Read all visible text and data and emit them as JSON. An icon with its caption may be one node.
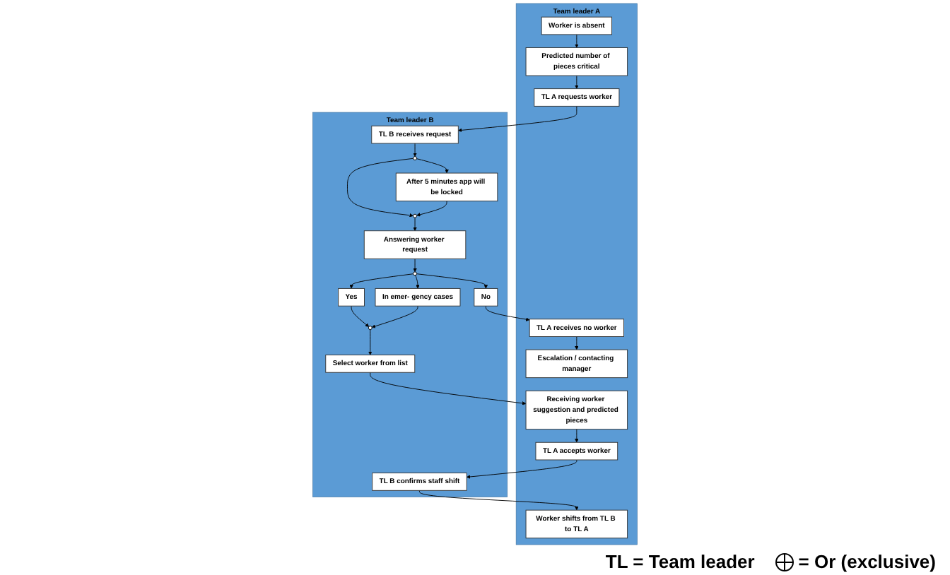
{
  "diagram": {
    "nodes": [
      {
        "text": [
          "Team leader A"
        ]
      },
      {
        "text": [
          "Worker is absent"
        ],
        "in": 0
      },
      {
        "text": [
          "Predicted number of pieces critical"
        ],
        "in": 0
      },
      {
        "text": [
          "TL A requests worker"
        ],
        "in": 0
      },
      {
        "text": [
          "Worker shifts from TL B to TL A"
        ],
        "in": 0
      },
      {
        "text": [
          "TL A accepts worker"
        ],
        "in": 0
      },
      {
        "text": [
          "Receiving worker suggestion and predicted pieces"
        ],
        "in": 0
      },
      {
        "text": [
          "Escalation / contacting manager"
        ],
        "in": 0
      },
      {
        "text": [
          "TL A receives no worker"
        ],
        "in": 0
      },
      {
        "text": [
          "Team leader B"
        ]
      },
      {
        "text": [
          "TL B receives request"
        ],
        "in": 9
      },
      {
        "text": [
          "TL B confirms staff shift"
        ],
        "in": 9
      },
      {
        "text": [],
        "shape": "circle",
        "in": 9
      },
      {
        "text": [
          "After 5 minutes app will be locked"
        ],
        "in": 9
      },
      {
        "text": [],
        "shape": "circle",
        "in": 9
      },
      {
        "text": [
          "Answering worker request"
        ],
        "in": 9
      },
      {
        "text": [],
        "shape": "circle",
        "in": 9
      },
      {
        "text": [
          "Yes"
        ],
        "in": 9
      },
      {
        "text": [
          "In emer- gency cases"
        ],
        "in": 9
      },
      {
        "text": [
          "No"
        ],
        "in": 9
      },
      {
        "text": [],
        "shape": "circle",
        "in": 9
      },
      {
        "text": [
          "Select worker from list"
        ],
        "in": 9
      }
    ],
    "edges": [
      {
        "from": 1,
        "to": 2,
        "arrow": "to"
      },
      {
        "from": 2,
        "to": 3,
        "arrow": "to"
      },
      {
        "from": 3,
        "to": 10,
        "arrow": "to"
      },
      {
        "from": 10,
        "to": 12,
        "arrow": "to"
      },
      {
        "from": 12,
        "to": 13,
        "arrow": "to"
      },
      {
        "from": 12,
        "to": 14,
        "arrow": "to"
      },
      {
        "from": 13,
        "to": 14,
        "arrow": "to"
      },
      {
        "from": 14,
        "to": 15,
        "arrow": "to"
      },
      {
        "from": 15,
        "to": 16,
        "arrow": "to"
      },
      {
        "from": 16,
        "to": 17,
        "arrow": "to"
      },
      {
        "from": 16,
        "to": 18,
        "arrow": "to"
      },
      {
        "from": 16,
        "to": 19,
        "arrow": "to"
      },
      {
        "from": 17,
        "to": 20,
        "arrow": "to"
      },
      {
        "from": 18,
        "to": 20,
        "arrow": "to"
      },
      {
        "from": 20,
        "to": 21,
        "arrow": "to"
      },
      {
        "from": 21,
        "to": 6,
        "arrow": "to"
      },
      {
        "from": 6,
        "to": 5,
        "arrow": "to"
      },
      {
        "from": 5,
        "to": 11,
        "arrow": "to"
      },
      {
        "from": 11,
        "to": 4,
        "arrow": "to"
      },
      {
        "from": 19,
        "to": 8,
        "arrow": "to"
      },
      {
        "from": 8,
        "to": 7,
        "arrow": "to"
      }
    ],
    "labels": [
      "TL = Team leader"
    ],
    "legend": [
      {
        "text": "= Or (exclusive)"
      }
    ]
  }
}
